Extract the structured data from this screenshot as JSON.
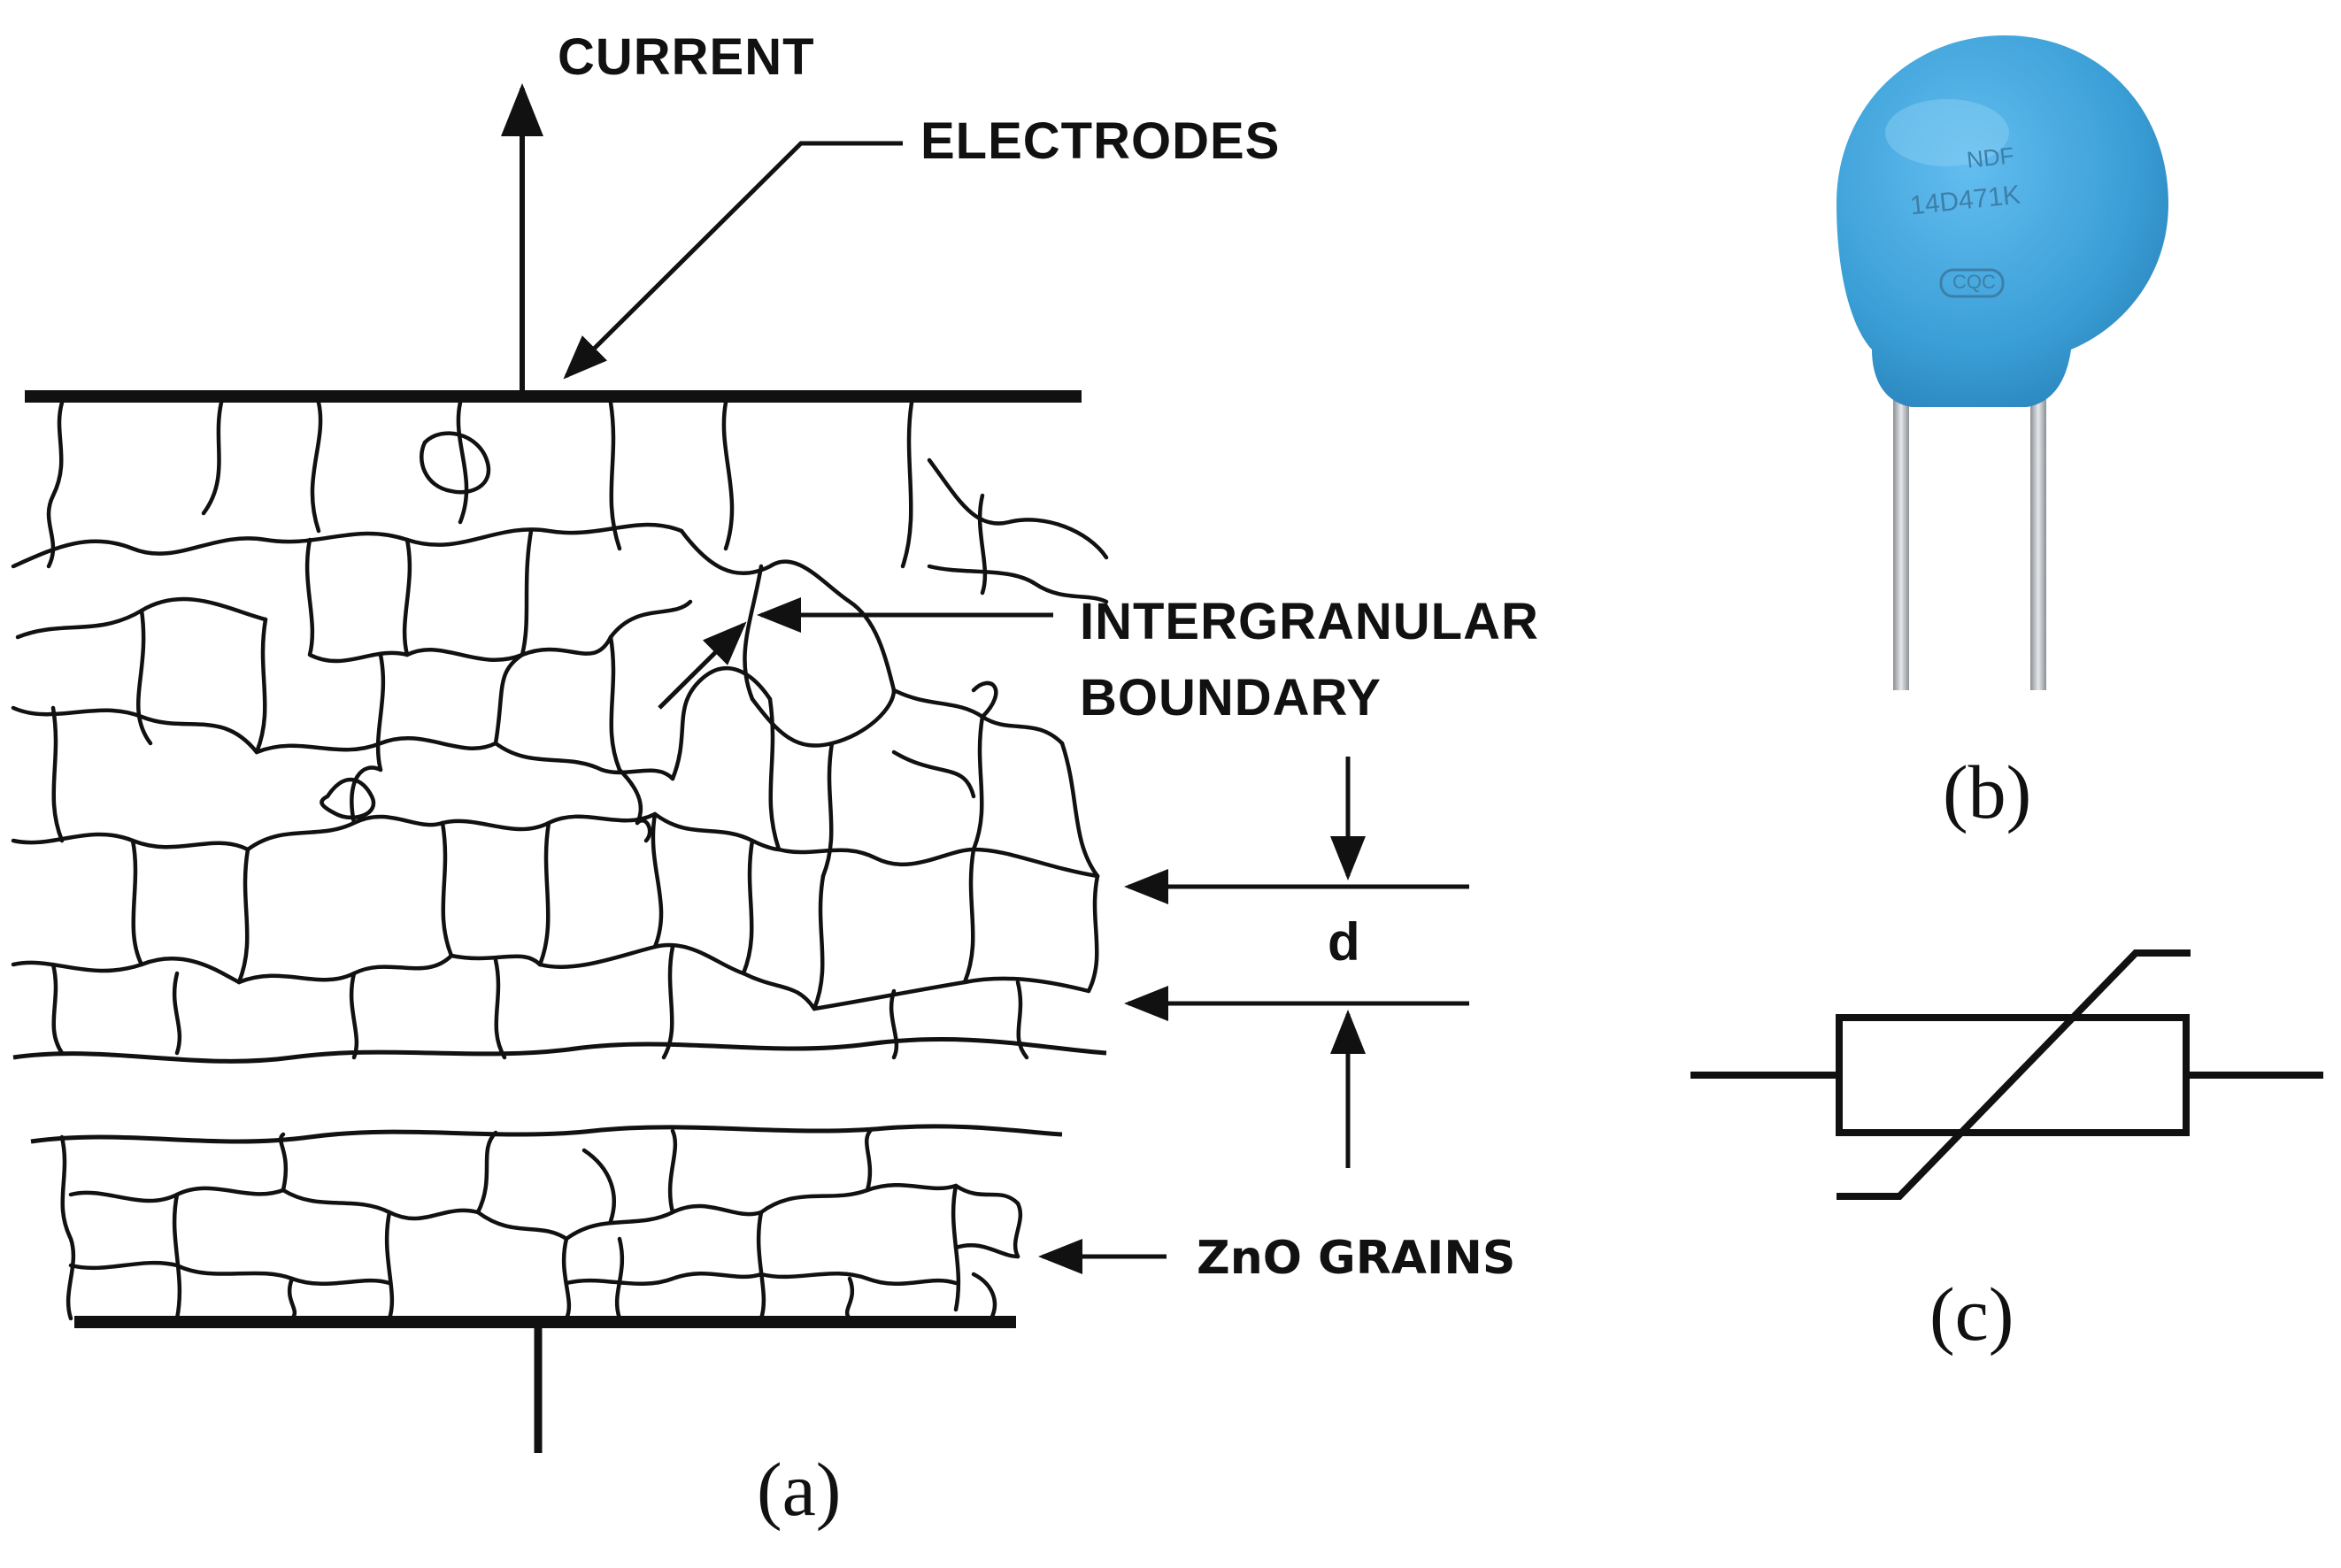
{
  "panel_a": {
    "label_current": "CURRENT",
    "label_electrodes": "ELECTRODES",
    "label_intergranular_1": "INTERGRANULAR",
    "label_intergranular_2": "BOUNDARY",
    "label_d": "d",
    "label_zno": "ZnO GRAINS",
    "caption": "(a)"
  },
  "panel_b": {
    "caption": "(b)",
    "marking_line1": "NDF",
    "marking_line2": "14D471K",
    "marking_logo": "CQC",
    "body_color": "#3a9fd6",
    "lead_color": "#b8bcc0"
  },
  "panel_c": {
    "caption": "(c)"
  }
}
